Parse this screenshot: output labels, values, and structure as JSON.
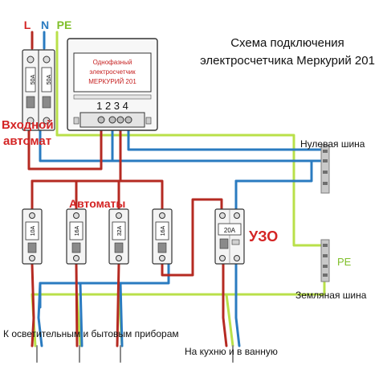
{
  "title": {
    "line1": "Схема подключения",
    "line2": "электросчетчика Меркурий 201"
  },
  "supply": {
    "L": "L",
    "N": "N",
    "PE": "PE"
  },
  "meter": {
    "label_line1": "Однофазный",
    "label_line2": "электросчетчик",
    "label_line3": "МЕРКУРИЙ 201",
    "terminals": "1 2 3 4"
  },
  "input_breaker": {
    "label_line1": "Входной",
    "label_line2": "автомат",
    "rating_left": "50A",
    "rating_right": "50A"
  },
  "breakers": {
    "label": "Автоматы",
    "ratings": [
      "10A",
      "16A",
      "32A",
      "16A"
    ]
  },
  "rcd": {
    "label": "УЗО",
    "rating": "20A"
  },
  "buses": {
    "neutral": "Нулевая шина",
    "ground_tag": "PE",
    "ground": "Земляная шина"
  },
  "captions": {
    "lighting": "К осветительным и бытовым приборам",
    "kitchen": "На кухню и в ванную"
  },
  "colors": {
    "phase": "#b52a22",
    "neutral": "#2a7bc0",
    "ground": "#b9e04a",
    "label_red": "#d42424"
  }
}
